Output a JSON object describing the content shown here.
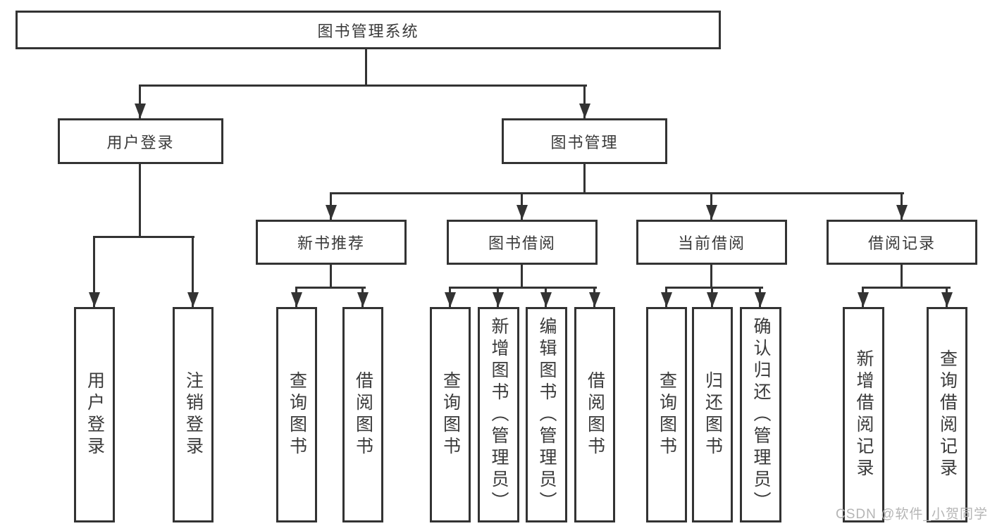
{
  "watermark": "CSDN @软件_小贺同学",
  "colors": {
    "line": "#333333",
    "text": "#3a3a3a",
    "background": "#ffffff",
    "watermark": "#b5b5b5"
  },
  "tree": {
    "root": "图书管理系统",
    "branches": [
      {
        "label": "用户登录",
        "children": [
          "用户登录",
          "注销登录"
        ]
      },
      {
        "label": "图书管理",
        "groups": [
          {
            "label": "新书推荐",
            "children": [
              "查询图书",
              "借阅图书"
            ]
          },
          {
            "label": "图书借阅",
            "children": [
              "查询图书",
              "新增图书（管理员）",
              "编辑图书（管理员）",
              "借阅图书"
            ]
          },
          {
            "label": "当前借阅",
            "children": [
              "查询图书",
              "归还图书",
              "确认归还（管理员）"
            ]
          },
          {
            "label": "借阅记录",
            "children": [
              "新增借阅记录",
              "查询借阅记录"
            ]
          }
        ]
      }
    ]
  }
}
